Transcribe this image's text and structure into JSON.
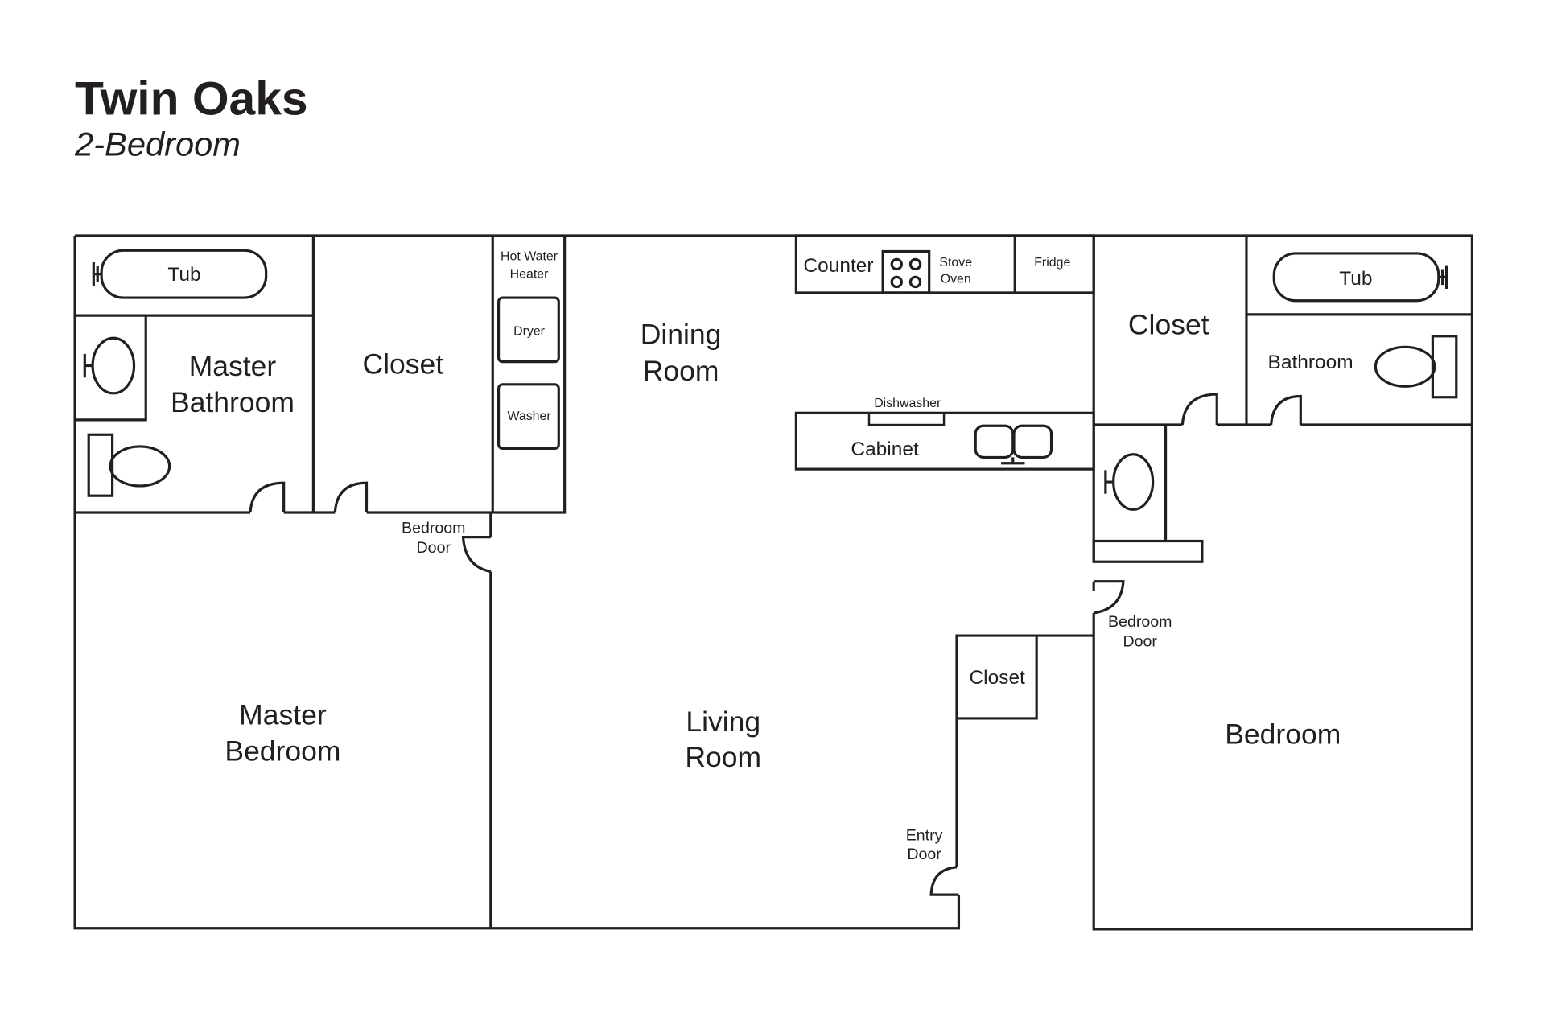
{
  "header": {
    "title": "Twin Oaks",
    "subtitle": "2-Bedroom"
  },
  "rooms": {
    "master_bathroom": [
      "Master",
      "Bathroom"
    ],
    "master_closet": "Closet",
    "hot_water_heater": [
      "Hot Water",
      "Heater"
    ],
    "dryer": "Dryer",
    "washer": "Washer",
    "dining_room": [
      "Dining",
      "Room"
    ],
    "counter": "Counter",
    "stove_oven": [
      "Stove",
      "Oven"
    ],
    "fridge": "Fridge",
    "dishwasher": "Dishwasher",
    "cabinet": "Cabinet",
    "closet_right": "Closet",
    "bathroom": "Bathroom",
    "tub_left": "Tub",
    "tub_right": "Tub",
    "master_bedroom_door": [
      "Bedroom",
      "Door"
    ],
    "bedroom_door": [
      "Bedroom",
      "Door"
    ],
    "master_bedroom": [
      "Master",
      "Bedroom"
    ],
    "living_room": [
      "Living",
      "Room"
    ],
    "entry_closet": "Closet",
    "entry_door": [
      "Entry",
      "Door"
    ],
    "bedroom": "Bedroom"
  }
}
